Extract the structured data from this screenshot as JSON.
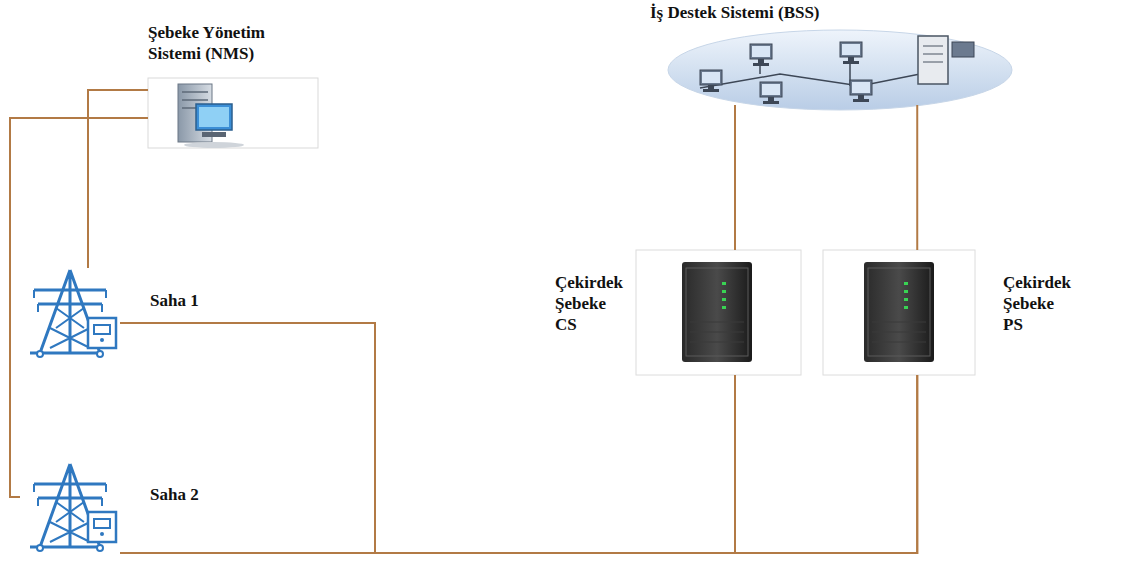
{
  "diagram": {
    "nodes": [
      {
        "text": [
          "Şebeke Yönetim Sistemi (NMS)"
        ]
      },
      {
        "text": [
          "İş Destek Sistemi (BSS)"
        ]
      },
      {
        "text": [
          "Saha 1"
        ]
      },
      {
        "text": [
          "Çekirdek Şebeke CS"
        ]
      },
      {
        "text": [
          "Çekirdek Şebeke PS"
        ]
      },
      {
        "text": [
          "Saha 2"
        ]
      }
    ],
    "edges": [
      {
        "from": 0,
        "to": 2,
        "arrow": "none"
      },
      {
        "from": 0,
        "to": 5,
        "arrow": "none"
      },
      {
        "from": 1,
        "to": 3,
        "arrow": "none"
      },
      {
        "from": 1,
        "to": 4,
        "arrow": "none"
      },
      {
        "from": 2,
        "to": 3,
        "arrow": "none"
      },
      {
        "from": 2,
        "to": 4,
        "arrow": "none"
      },
      {
        "from": 5,
        "to": 3,
        "arrow": "none"
      },
      {
        "from": 5,
        "to": 4,
        "arrow": "none"
      }
    ]
  }
}
